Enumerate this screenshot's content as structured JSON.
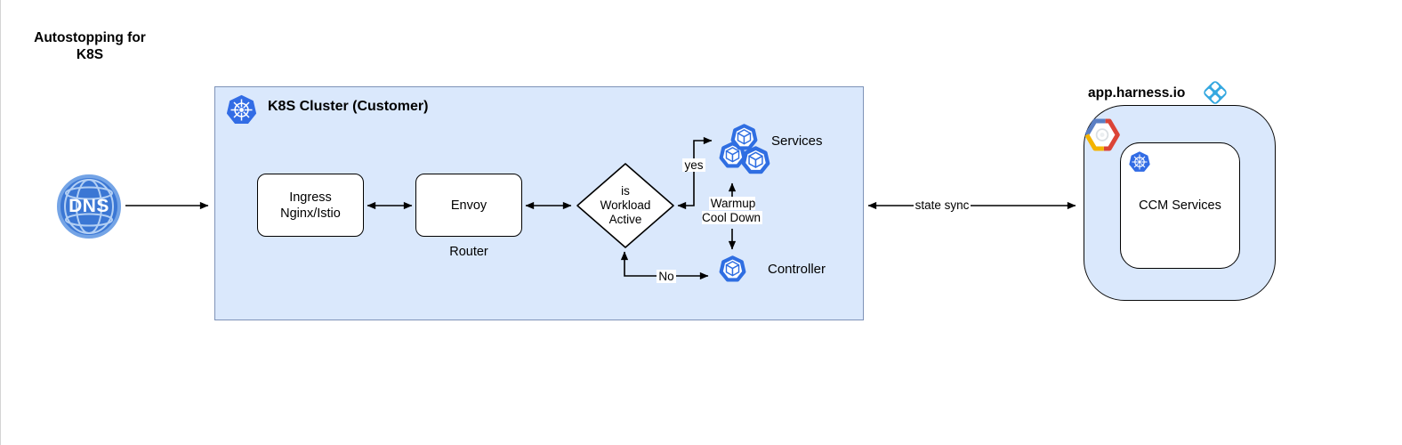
{
  "page": {
    "title_line1": "Autostopping for",
    "title_line2": "K8S"
  },
  "dns": {
    "label": "DNS"
  },
  "cluster": {
    "title": "K8S Cluster (Customer)",
    "ingress_label": "Ingress\nNginx/Istio",
    "envoy_label": "Envoy",
    "router_caption": "Router",
    "decision_label": "is\nWorkload\nActive",
    "yes_label": "yes",
    "no_label": "No",
    "services_label": "Services",
    "controller_label": "Controller",
    "warmup_label": "Warmup\nCool Down"
  },
  "connections": {
    "state_sync_label": "state sync"
  },
  "harness": {
    "domain_label": "app.harness.io",
    "ccm_label": "CCM Services"
  },
  "icons": {
    "dns_globe_icon": "blue globe sphere with DNS text",
    "kubernetes_icon": "blue heptagon with white helm wheel",
    "pod_icon": "blue heptagon with white 3d cube",
    "harness_logo_icon": "light blue rotated rounded square with four diamond cutouts",
    "gcp_icon": "google cloud hexagon with blue red yellow edges and white center ring"
  },
  "colors": {
    "cluster_fill": "#dae8fc",
    "cluster_border": "#7e93b8",
    "node_border": "#000000",
    "arrow": "#000000",
    "k8s_blue": "#326ce5",
    "pod_blue": "#2f6ee2",
    "dns_fill": "#3b77d4",
    "dns_ring": "#74a4e6",
    "dns_wire": "#b9d4f6",
    "harness_logo_blue": "#35a8e0",
    "gcp_blue": "#5b7fc4",
    "gcp_red": "#db4437",
    "gcp_yellow": "#f4b400"
  }
}
